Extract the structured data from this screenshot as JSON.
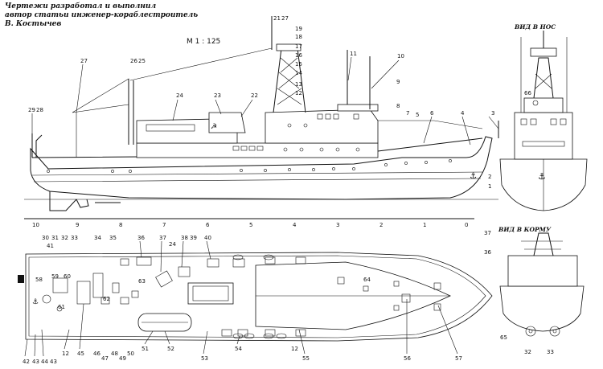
{
  "credits": {
    "line1": "Чертежи разработал и выполнил",
    "line2": "автор статьи инженер-кораблестроитель",
    "line3": "В. Костычев"
  },
  "scale_label": "М 1 : 125",
  "views": {
    "bow": "ВИД В НОС",
    "stern": "ВИД В КОРМУ"
  },
  "side_callouts": [
    "21",
    "27",
    "19",
    "18",
    "17",
    "16",
    "15",
    "14",
    "13",
    "12",
    "11",
    "10",
    "9",
    "8",
    "7",
    "6",
    "5",
    "4",
    "3",
    "2",
    "1",
    "29",
    "28",
    "27",
    "26",
    "25",
    "24",
    "23",
    "22"
  ],
  "station_marks": [
    "10",
    "9",
    "8",
    "7",
    "6",
    "5",
    "4",
    "3",
    "2",
    "1",
    "0"
  ],
  "below_side_callouts": [
    "30",
    "31",
    "32",
    "33",
    "34",
    "35"
  ],
  "plan_callouts_top": [
    "36",
    "37",
    "24",
    "38",
    "39",
    "40",
    "64"
  ],
  "plan_callouts_left": [
    "41",
    "58",
    "59",
    "60",
    "61",
    "62",
    "63"
  ],
  "plan_callouts_bottom": [
    "42",
    "43",
    "44",
    "43",
    "12",
    "45",
    "46",
    "47",
    "48",
    "49",
    "50",
    "51",
    "52",
    "53",
    "54",
    "12",
    "55",
    "56",
    "57"
  ],
  "bow_view_callouts": [
    "66"
  ],
  "stern_view_callouts": [
    "37",
    "36",
    "65",
    "32",
    "33"
  ]
}
